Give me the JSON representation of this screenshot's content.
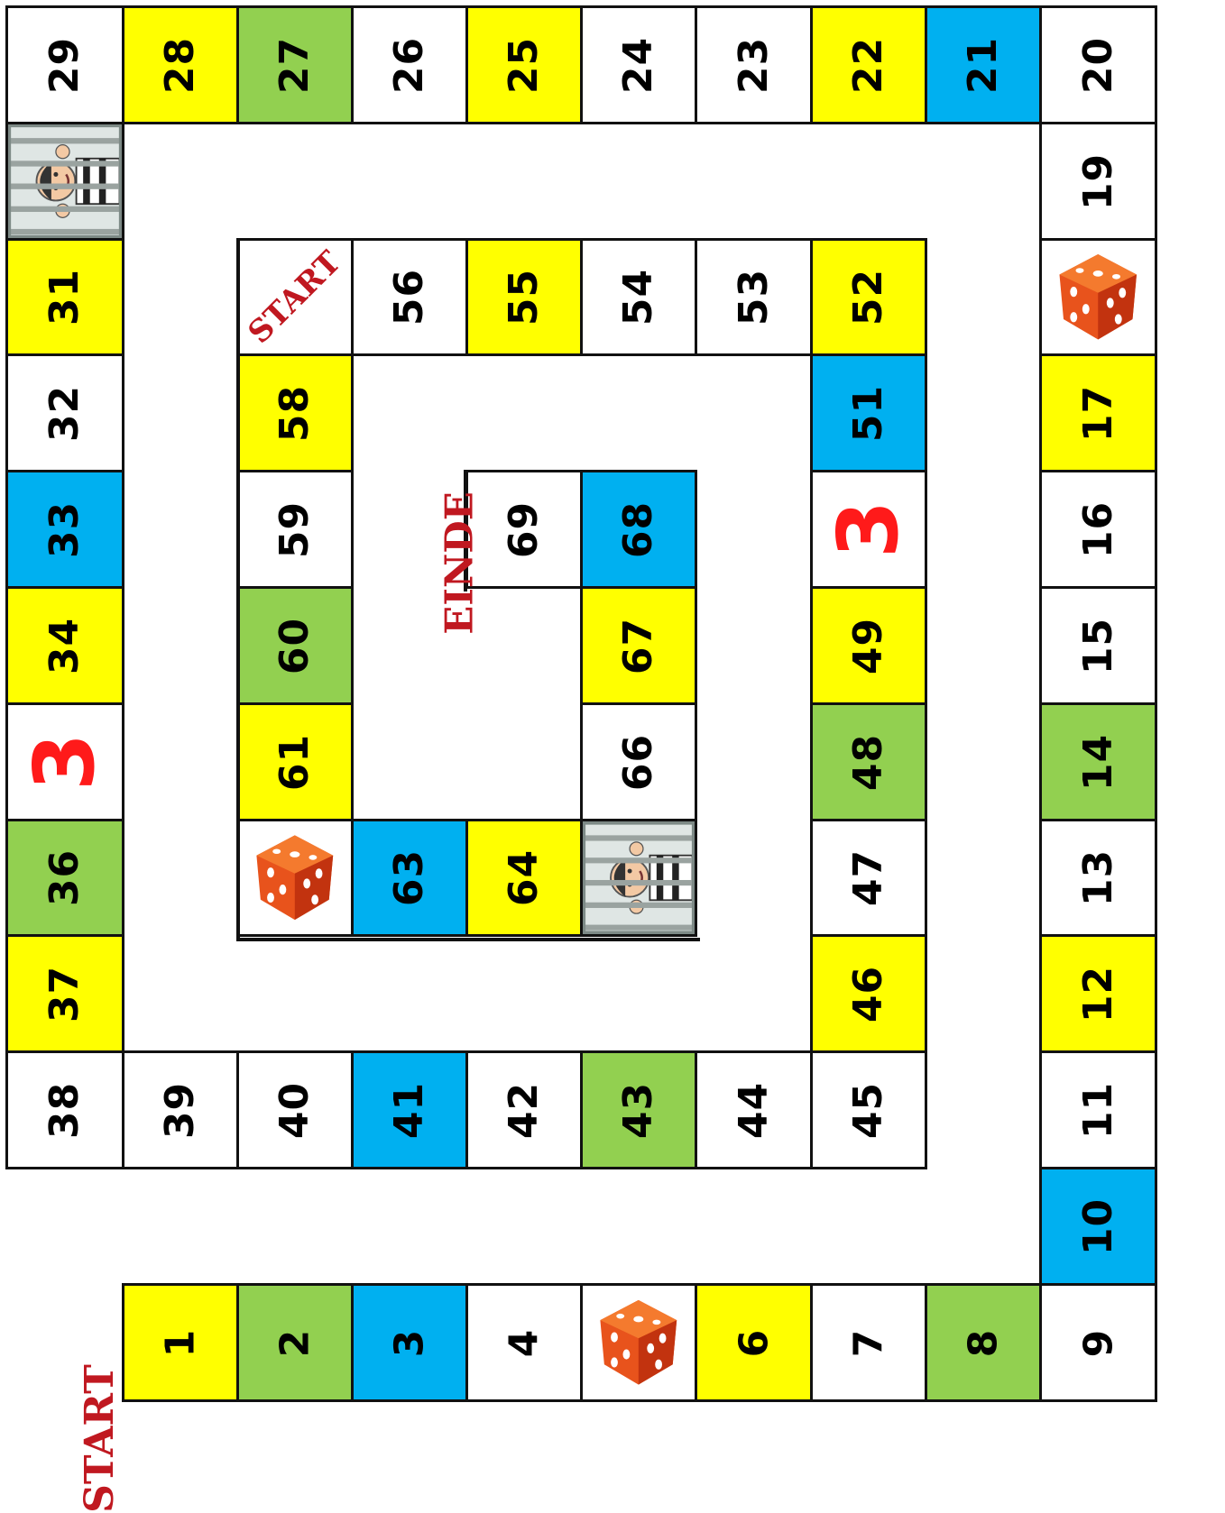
{
  "colors": {
    "yellow": "#ffff00",
    "green": "#92d050",
    "blue": "#00b0f0",
    "white": "#ffffff",
    "label_red": "#c01820",
    "special_three": "#ff1a1a"
  },
  "labels": {
    "start": "START",
    "start_inner": "START",
    "finish": "EINDE"
  },
  "cells": [
    {
      "label": "1",
      "color": "yellow",
      "icon": null
    },
    {
      "label": "2",
      "color": "green",
      "icon": null
    },
    {
      "label": "3",
      "color": "blue",
      "icon": null
    },
    {
      "label": "4",
      "color": "white",
      "icon": null
    },
    {
      "label": "",
      "color": "white",
      "icon": "dice-icon"
    },
    {
      "label": "6",
      "color": "yellow",
      "icon": null
    },
    {
      "label": "7",
      "color": "white",
      "icon": null
    },
    {
      "label": "8",
      "color": "green",
      "icon": null
    },
    {
      "label": "9",
      "color": "white",
      "icon": null
    },
    {
      "label": "10",
      "color": "blue",
      "icon": null
    },
    {
      "label": "11",
      "color": "white",
      "icon": null
    },
    {
      "label": "12",
      "color": "yellow",
      "icon": null
    },
    {
      "label": "13",
      "color": "white",
      "icon": null
    },
    {
      "label": "14",
      "color": "green",
      "icon": null
    },
    {
      "label": "15",
      "color": "white",
      "icon": null
    },
    {
      "label": "16",
      "color": "white",
      "icon": null
    },
    {
      "label": "17",
      "color": "yellow",
      "icon": null
    },
    {
      "label": "",
      "color": "white",
      "icon": "dice-icon"
    },
    {
      "label": "19",
      "color": "white",
      "icon": null
    },
    {
      "label": "20",
      "color": "white",
      "icon": null
    },
    {
      "label": "21",
      "color": "blue",
      "icon": null
    },
    {
      "label": "22",
      "color": "yellow",
      "icon": null
    },
    {
      "label": "23",
      "color": "white",
      "icon": null
    },
    {
      "label": "24",
      "color": "white",
      "icon": null
    },
    {
      "label": "25",
      "color": "yellow",
      "icon": null
    },
    {
      "label": "26",
      "color": "white",
      "icon": null
    },
    {
      "label": "27",
      "color": "green",
      "icon": null
    },
    {
      "label": "28",
      "color": "yellow",
      "icon": null
    },
    {
      "label": "29",
      "color": "white",
      "icon": null
    },
    {
      "label": "",
      "color": "white",
      "icon": "prisoner-icon"
    },
    {
      "label": "31",
      "color": "yellow",
      "icon": null
    },
    {
      "label": "32",
      "color": "white",
      "icon": null
    },
    {
      "label": "33",
      "color": "blue",
      "icon": null
    },
    {
      "label": "34",
      "color": "yellow",
      "icon": null
    },
    {
      "label": "3",
      "color": "white",
      "icon": "three",
      "big": true
    },
    {
      "label": "36",
      "color": "green",
      "icon": null
    },
    {
      "label": "37",
      "color": "yellow",
      "icon": null
    },
    {
      "label": "38",
      "color": "white",
      "icon": null
    },
    {
      "label": "39",
      "color": "white",
      "icon": null
    },
    {
      "label": "40",
      "color": "white",
      "icon": null
    },
    {
      "label": "41",
      "color": "blue",
      "icon": null
    },
    {
      "label": "42",
      "color": "white",
      "icon": null
    },
    {
      "label": "43",
      "color": "green",
      "icon": null
    },
    {
      "label": "44",
      "color": "white",
      "icon": null
    },
    {
      "label": "45",
      "color": "white",
      "icon": null
    },
    {
      "label": "46",
      "color": "yellow",
      "icon": null
    },
    {
      "label": "47",
      "color": "white",
      "icon": null
    },
    {
      "label": "48",
      "color": "green",
      "icon": null
    },
    {
      "label": "49",
      "color": "yellow",
      "icon": null
    },
    {
      "label": "3",
      "color": "white",
      "icon": "three",
      "big": true
    },
    {
      "label": "51",
      "color": "blue",
      "icon": null
    },
    {
      "label": "52",
      "color": "yellow",
      "icon": null
    },
    {
      "label": "53",
      "color": "white",
      "icon": null
    },
    {
      "label": "54",
      "color": "white",
      "icon": null
    },
    {
      "label": "55",
      "color": "yellow",
      "icon": null
    },
    {
      "label": "56",
      "color": "white",
      "icon": null
    },
    {
      "label": "",
      "color": "white",
      "icon": "start-label"
    },
    {
      "label": "58",
      "color": "yellow",
      "icon": null
    },
    {
      "label": "59",
      "color": "white",
      "icon": null
    },
    {
      "label": "60",
      "color": "green",
      "icon": null
    },
    {
      "label": "61",
      "color": "yellow",
      "icon": null
    },
    {
      "label": "",
      "color": "white",
      "icon": "dice-icon"
    },
    {
      "label": "63",
      "color": "blue",
      "icon": null
    },
    {
      "label": "64",
      "color": "yellow",
      "icon": null
    },
    {
      "label": "",
      "color": "white",
      "icon": "prisoner-icon"
    },
    {
      "label": "66",
      "color": "white",
      "icon": null
    },
    {
      "label": "67",
      "color": "yellow",
      "icon": null
    },
    {
      "label": "68",
      "color": "blue",
      "icon": null
    },
    {
      "label": "69",
      "color": "white",
      "icon": null
    }
  ]
}
